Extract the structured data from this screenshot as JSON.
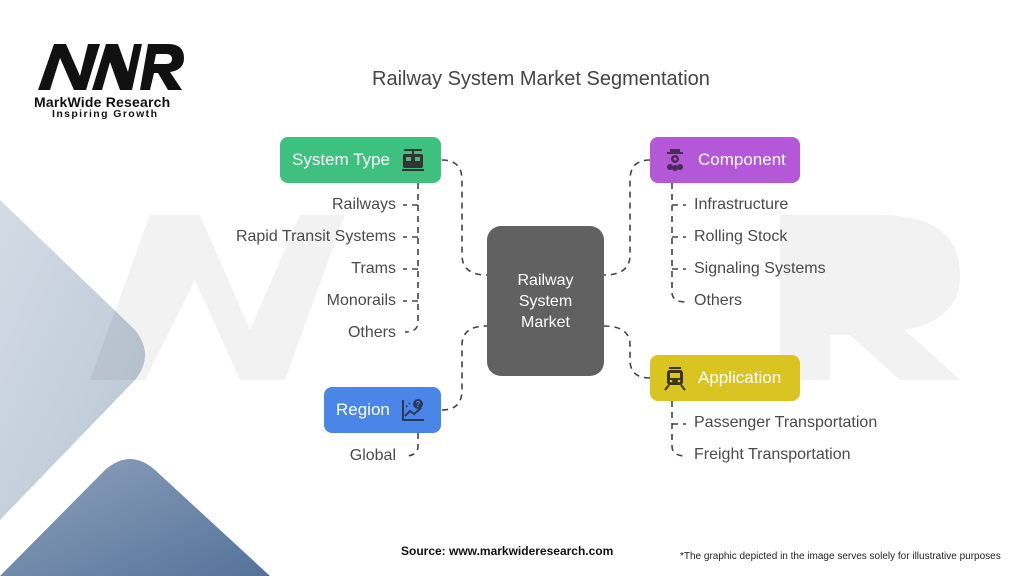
{
  "brand": {
    "logo_text": "MWR",
    "name": "MarkWide Research",
    "tagline": "Inspiring Growth"
  },
  "title": "Railway System Market Segmentation",
  "center": {
    "line1": "Railway",
    "line2": "System",
    "line3": "Market"
  },
  "segments": {
    "system_type": {
      "label": "System Type",
      "color": "#3ec17f",
      "icon": "tram-icon",
      "items": [
        "Railways",
        "Rapid Transit Systems",
        "Trams",
        "Monorails",
        "Others"
      ]
    },
    "component": {
      "label": "Component",
      "color": "#b457d8",
      "icon": "component-icon",
      "items": [
        "Infrastructure",
        "Rolling Stock",
        "Signaling Systems",
        "Others"
      ]
    },
    "region": {
      "label": "Region",
      "color": "#4a86e8",
      "icon": "chart-question-icon",
      "items": [
        "Global"
      ]
    },
    "application": {
      "label": "Application",
      "color": "#d9c422",
      "icon": "train-icon",
      "items": [
        "Passenger Transportation",
        "Freight Transportation"
      ]
    }
  },
  "footer": {
    "source": "Source: www.markwideresearch.com",
    "note": "*The graphic depicted in the image serves solely for illustrative purposes"
  }
}
